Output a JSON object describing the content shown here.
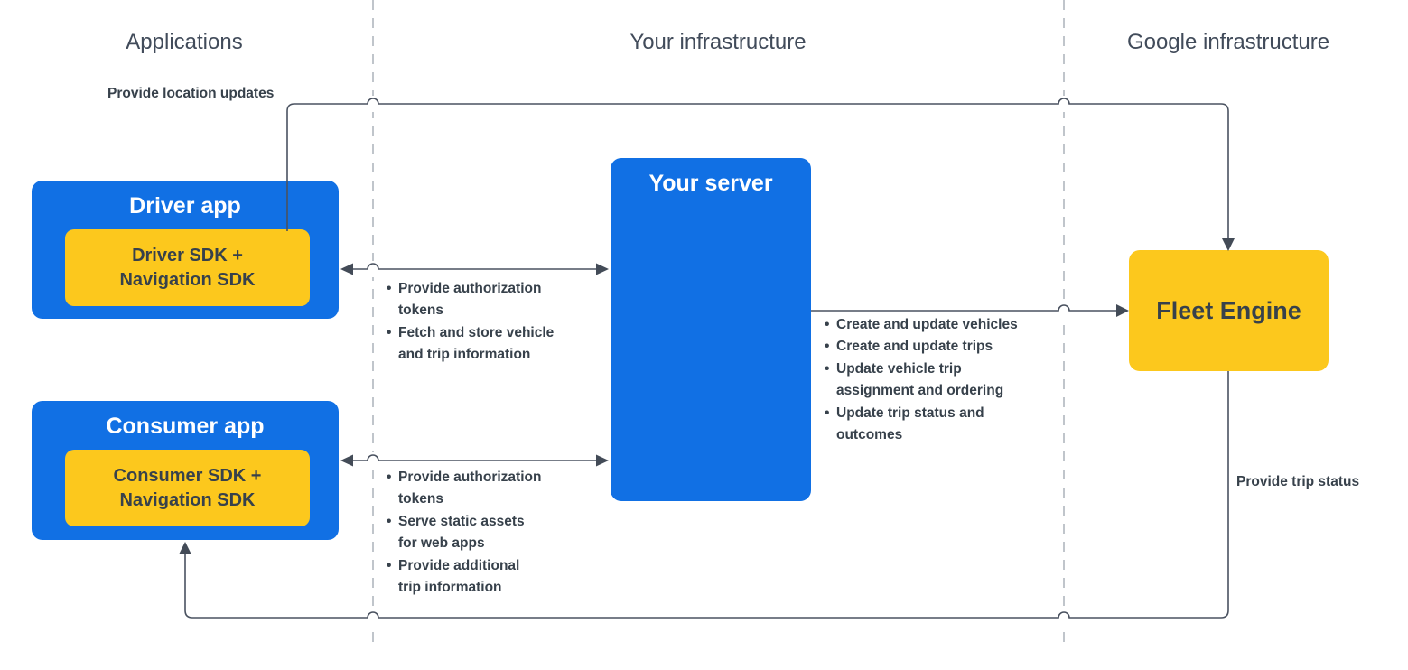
{
  "columns": [
    {
      "label": "Applications"
    },
    {
      "label": "Your infrastructure"
    },
    {
      "label": "Google infrastructure"
    }
  ],
  "nodes": {
    "driver_app": {
      "title": "Driver app",
      "sdk_lines": [
        "Driver SDK +",
        "Navigation SDK"
      ]
    },
    "consumer_app": {
      "title": "Consumer app",
      "sdk_lines": [
        "Consumer SDK +",
        "Navigation SDK"
      ]
    },
    "your_server": {
      "title": "Your server"
    },
    "fleet_engine": {
      "title": "Fleet Engine"
    }
  },
  "edges": {
    "location_updates": {
      "label": "Provide location updates"
    },
    "trip_status": {
      "label": "Provide trip status"
    },
    "driver_server": {
      "items": [
        "Provide authorization\ntokens",
        "Fetch and store vehicle\nand trip information"
      ]
    },
    "consumer_server": {
      "items": [
        "Provide authorization\ntokens",
        "Serve static assets\nfor web apps",
        "Provide additional\ntrip information"
      ]
    },
    "server_fleet": {
      "items": [
        "Create and update vehicles",
        "Create and update trips",
        "Update vehicle trip\nassignment and ordering",
        "Update trip status and\noutcomes"
      ]
    }
  },
  "colors": {
    "node_blue": "#1170E4",
    "node_yellow": "#FCC81D",
    "text_dark": "#37414B",
    "header_gray": "#414B5A",
    "connector": "#4A5260",
    "divider_dash": "#C0C5CB",
    "background": "#FFFFFF"
  }
}
